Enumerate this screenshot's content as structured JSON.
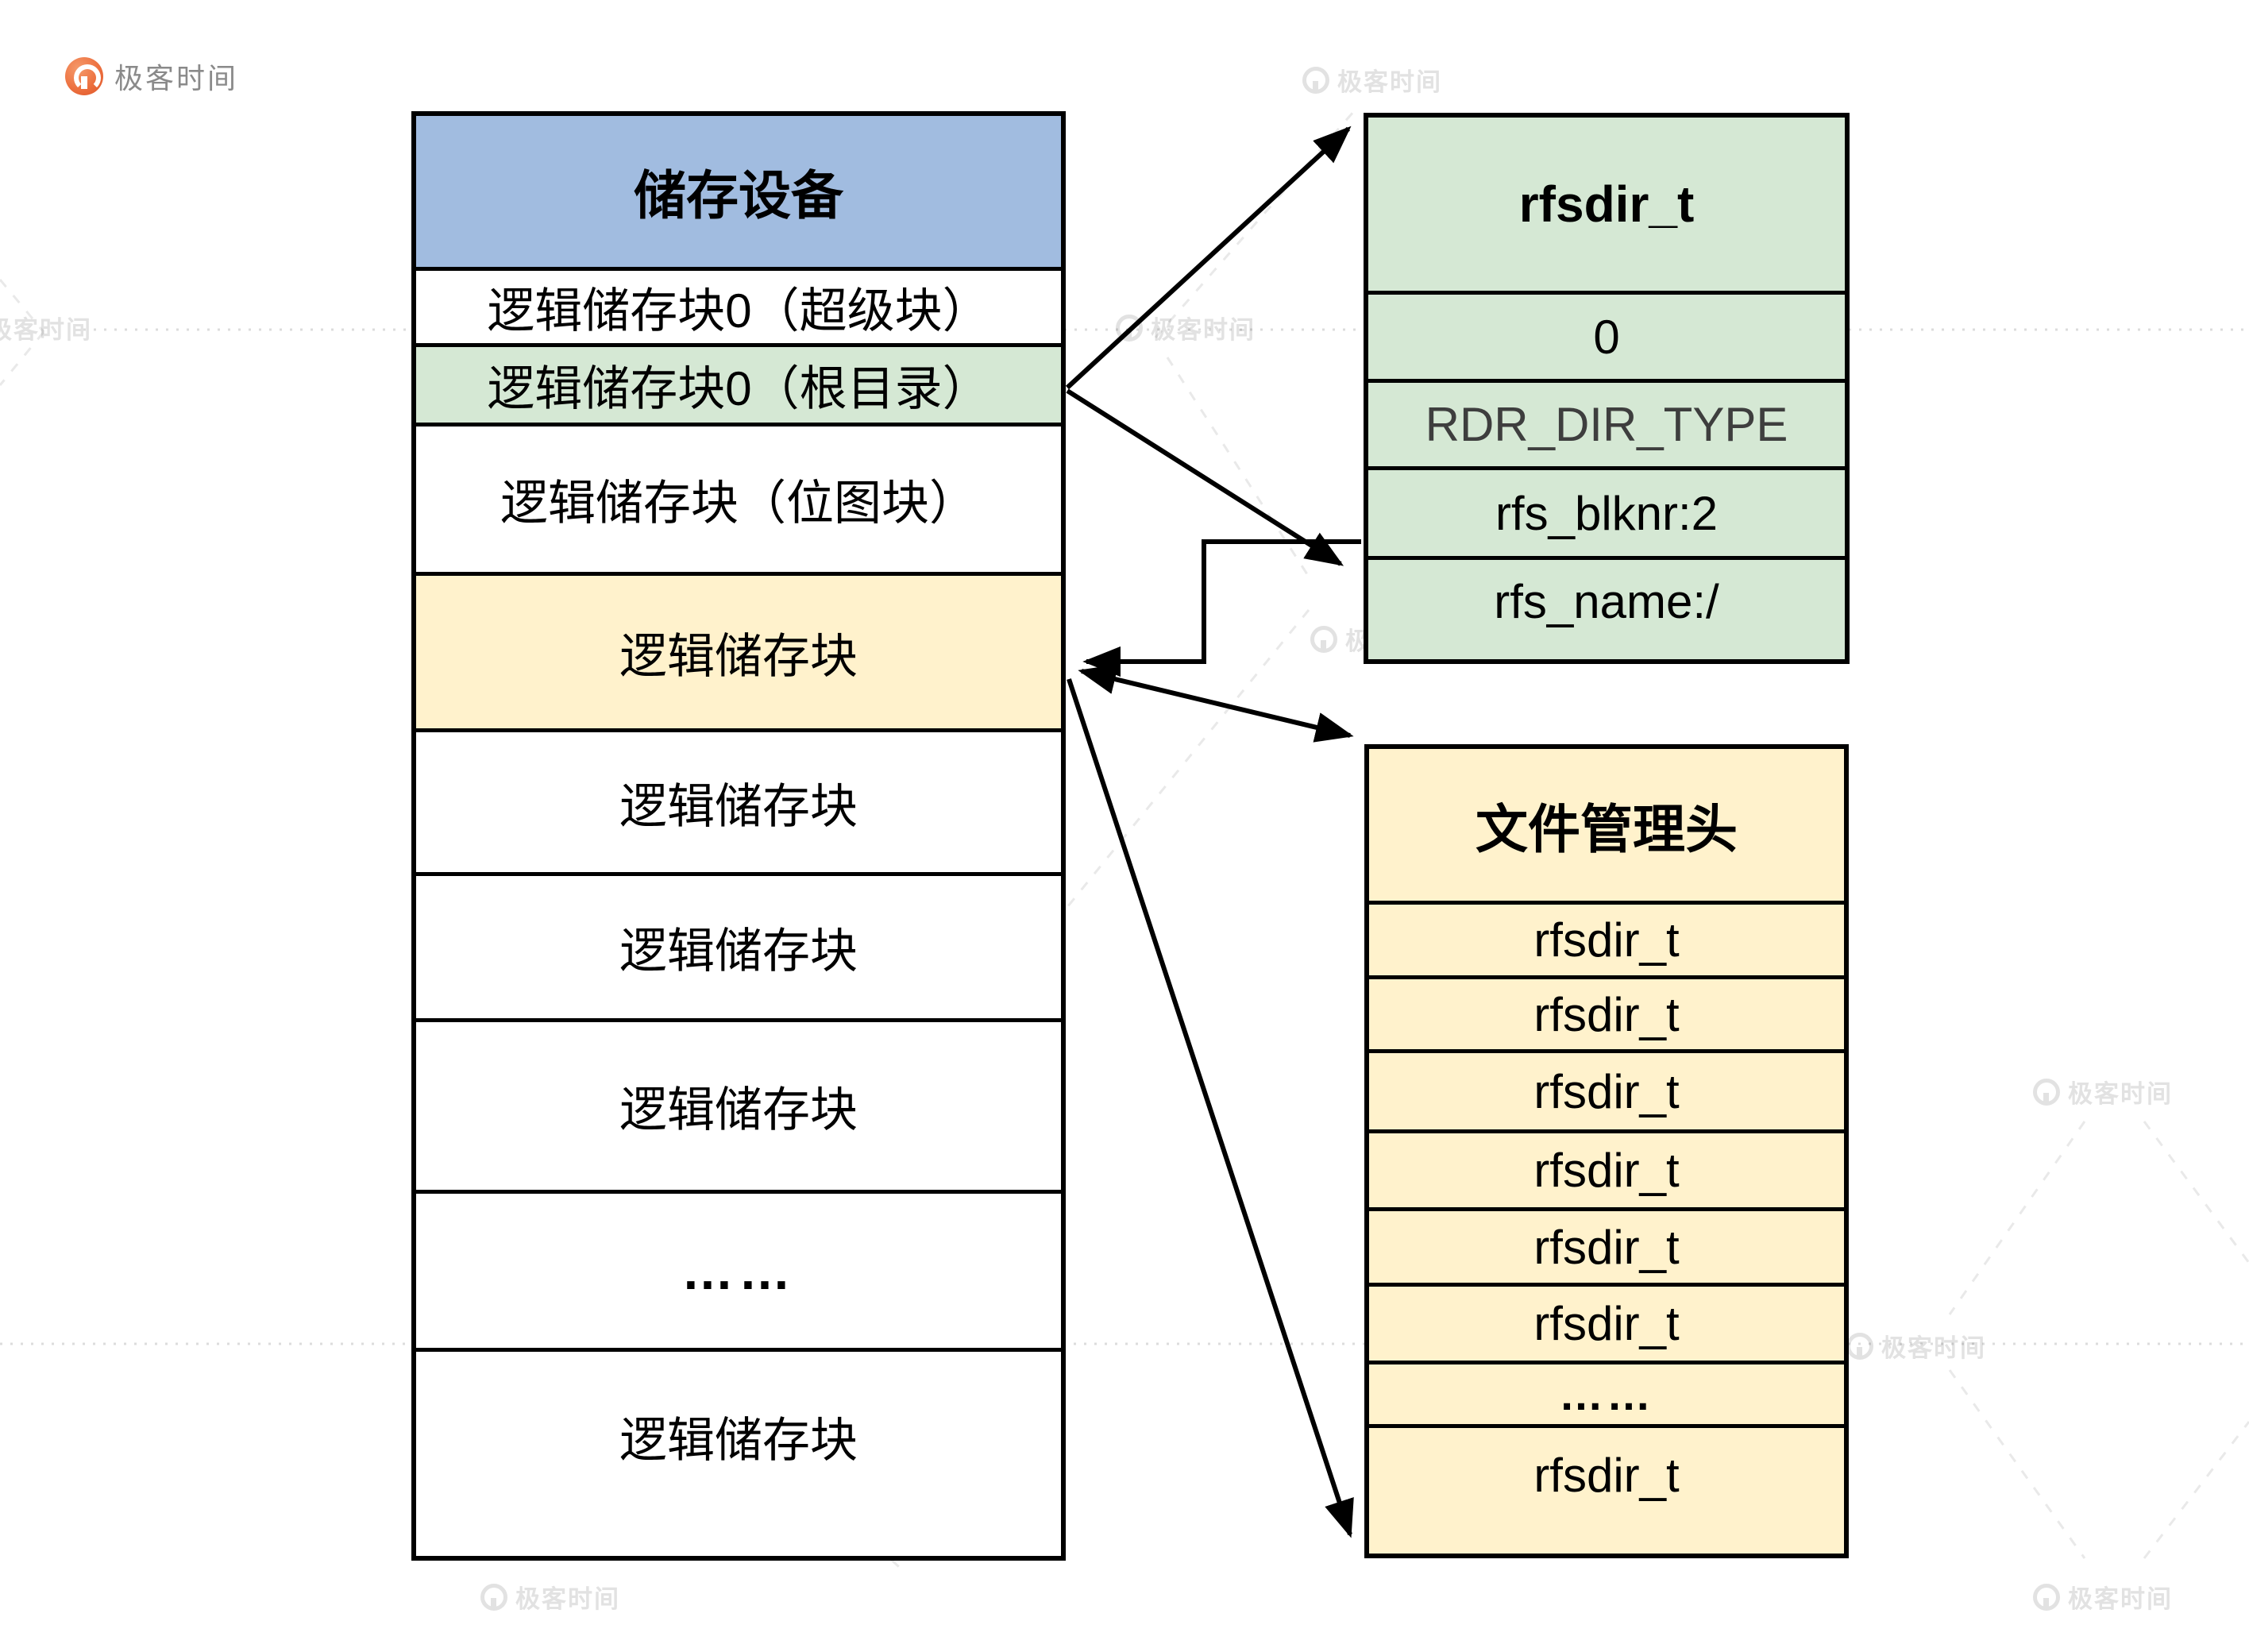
{
  "brand": {
    "name": "极客时间",
    "icon": "geektime-logo-icon"
  },
  "watermark": {
    "text": "极客时间",
    "icon": "geektime-watermark-icon"
  },
  "storage_table": {
    "title": "储存设备",
    "rows": [
      {
        "label": "逻辑储存块0（超级块）",
        "variant": "white"
      },
      {
        "label": "逻辑储存块0（根目录）",
        "variant": "green"
      },
      {
        "label": "逻辑储存块（位图块）",
        "variant": "white"
      },
      {
        "label": "逻辑储存块",
        "variant": "yellow"
      },
      {
        "label": "逻辑储存块",
        "variant": "white"
      },
      {
        "label": "逻辑储存块",
        "variant": "white"
      },
      {
        "label": "逻辑储存块",
        "variant": "white"
      },
      {
        "label": "……",
        "variant": "white"
      },
      {
        "label": "逻辑储存块",
        "variant": "white"
      }
    ]
  },
  "rfsdir_table": {
    "title": "rfsdir_t",
    "rows": [
      {
        "label": "0",
        "muted": false
      },
      {
        "label": "RDR_DIR_TYPE",
        "muted": true
      },
      {
        "label": "rfs_blknr:2",
        "muted": false
      },
      {
        "label": "rfs_name:/",
        "muted": false
      }
    ]
  },
  "file_header_table": {
    "title": "文件管理头",
    "rows": [
      "rfsdir_t",
      "rfsdir_t",
      "rfsdir_t",
      "rfsdir_t",
      "rfsdir_t",
      "rfsdir_t",
      "……",
      "rfsdir_t"
    ]
  },
  "colors": {
    "header_blue": "#A1BCE0",
    "struct_green": "#D5E8D4",
    "block_yellow": "#FFF2CC",
    "border_black": "#000000",
    "muted_text": "#3E3E3E",
    "brand_orange": "#ED7140",
    "watermark_grey": "#E2E2E2"
  }
}
